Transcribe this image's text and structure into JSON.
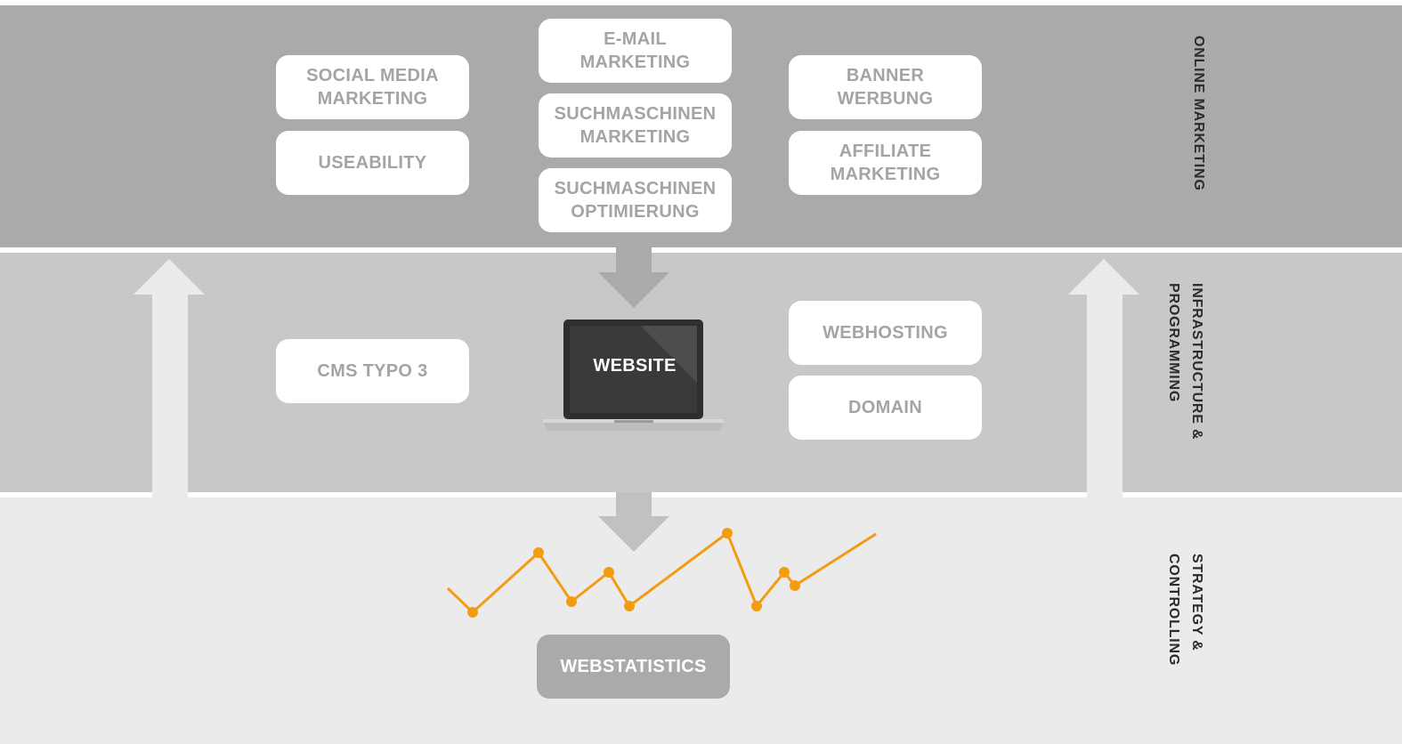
{
  "layers": {
    "online_marketing": "ONLINE MARKETING",
    "infrastructure": "INFRASTRUCTURE &\nPROGRAMMING",
    "strategy": "STRATEGY &\nCONTROLLING"
  },
  "online_boxes": {
    "social_media": "SOCIAL MEDIA\nMARKETING",
    "useability": "USEABILITY",
    "email": "E-MAIL\nMARKETING",
    "sem": "SUCHMASCHINEN\nMARKETING",
    "seo": "SUCHMASCHINEN\nOPTIMIERUNG",
    "banner": "BANNER\nWERBUNG",
    "affiliate": "AFFILIATE\nMARKETING"
  },
  "infra_boxes": {
    "cms": "CMS TYPO 3",
    "website": "WEBSITE",
    "webhosting": "WEBHOSTING",
    "domain": "DOMAIN"
  },
  "strategy_boxes": {
    "webstatistics": "WEBSTATISTICS"
  },
  "colors": {
    "band_top": "#a9aaac",
    "band_mid": "#c7c8c8",
    "band_bot": "#ebebeb",
    "box_text": "#a3a4a6",
    "trend_line": "#f39c12"
  },
  "icons": {
    "laptop": "laptop-icon",
    "trend": "trend-line-icon"
  }
}
